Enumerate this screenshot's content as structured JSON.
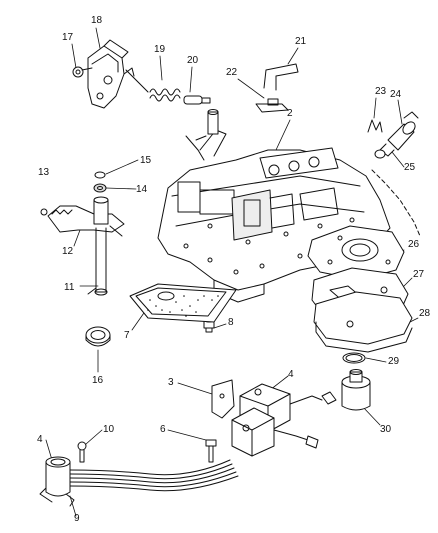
{
  "callouts": [
    {
      "id": "c18",
      "label": "18"
    },
    {
      "id": "c17",
      "label": "17"
    },
    {
      "id": "c19",
      "label": "19"
    },
    {
      "id": "c20",
      "label": "20"
    },
    {
      "id": "c21",
      "label": "21"
    },
    {
      "id": "c22",
      "label": "22"
    },
    {
      "id": "c2",
      "label": "2"
    },
    {
      "id": "c23",
      "label": "23"
    },
    {
      "id": "c24",
      "label": "24"
    },
    {
      "id": "c25",
      "label": "25"
    },
    {
      "id": "c13",
      "label": "13"
    },
    {
      "id": "c15",
      "label": "15"
    },
    {
      "id": "c14",
      "label": "14"
    },
    {
      "id": "c12",
      "label": "12"
    },
    {
      "id": "c11",
      "label": "11"
    },
    {
      "id": "c26",
      "label": "26"
    },
    {
      "id": "c27",
      "label": "27"
    },
    {
      "id": "c28",
      "label": "28"
    },
    {
      "id": "c8",
      "label": "8"
    },
    {
      "id": "c7",
      "label": "7"
    },
    {
      "id": "c16",
      "label": "16"
    },
    {
      "id": "c29",
      "label": "29"
    },
    {
      "id": "c3",
      "label": "3"
    },
    {
      "id": "c4a",
      "label": "4"
    },
    {
      "id": "c30",
      "label": "30"
    },
    {
      "id": "c10",
      "label": "10"
    },
    {
      "id": "c6",
      "label": "6"
    },
    {
      "id": "c4b",
      "label": "4"
    },
    {
      "id": "c9",
      "label": "9"
    }
  ]
}
